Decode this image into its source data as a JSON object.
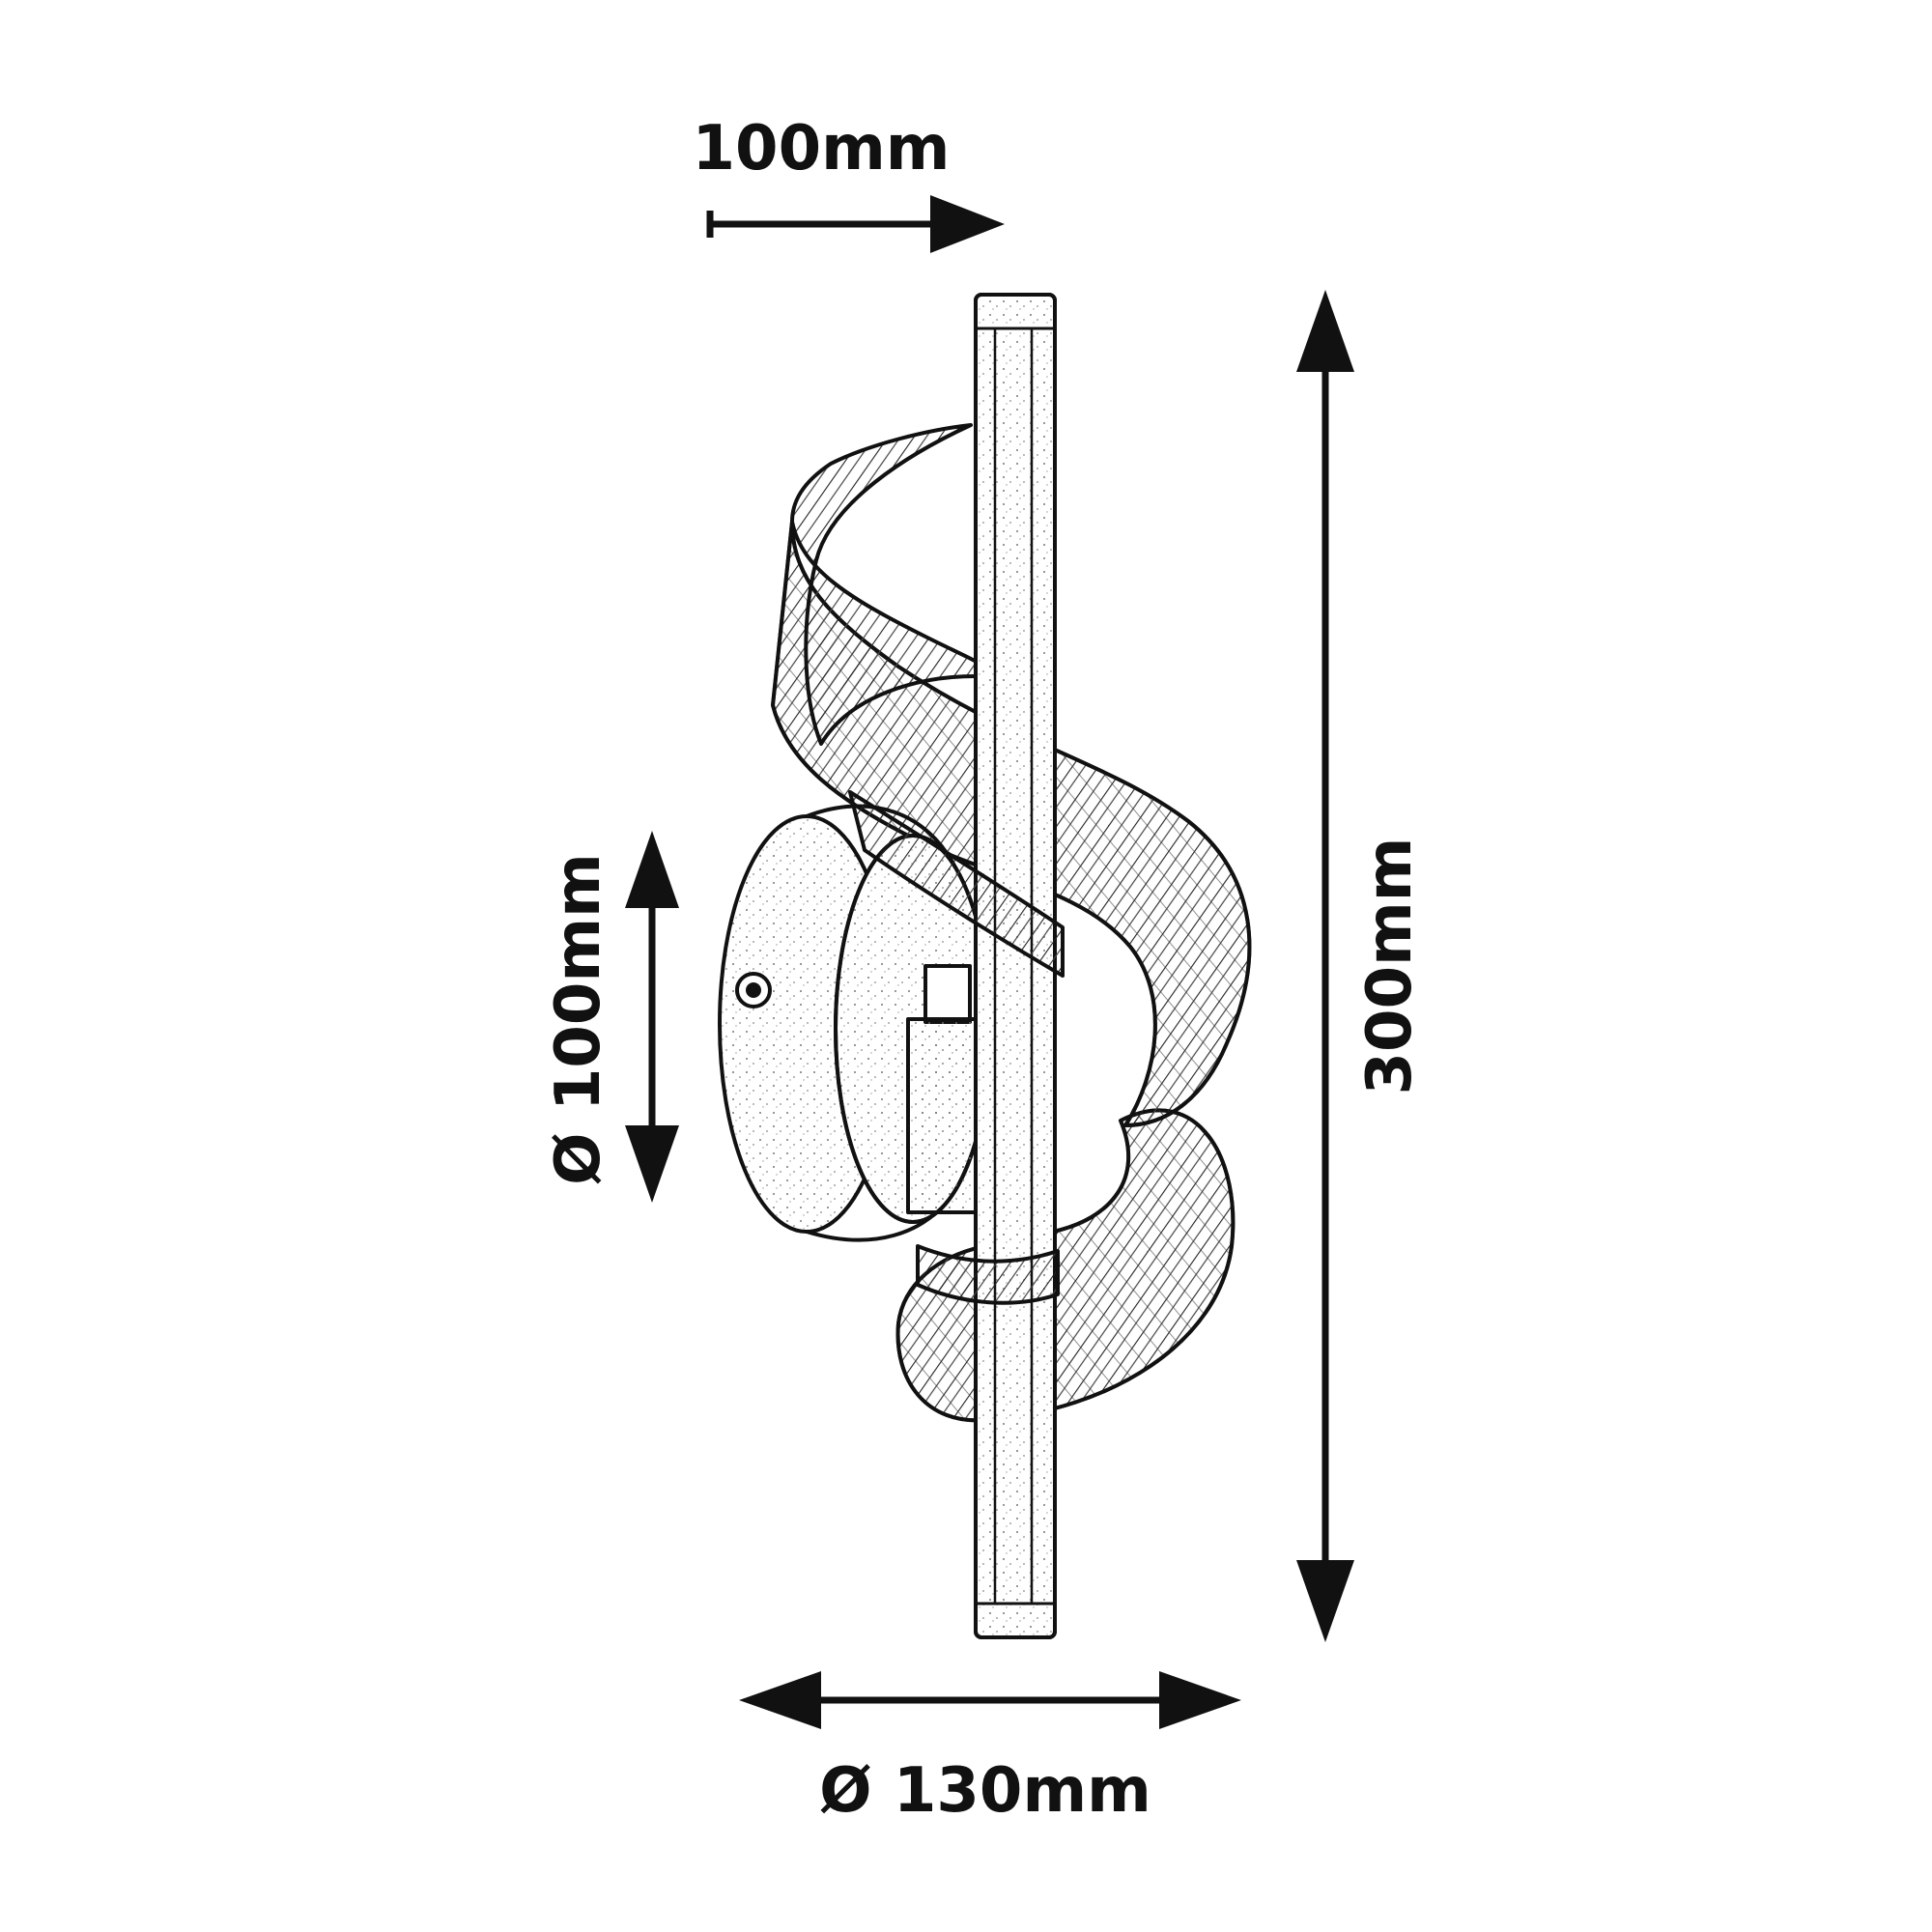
{
  "dimensions": {
    "depth_top": "100mm",
    "height": "300mm",
    "base_diameter": "Ø 100mm",
    "spiral_diameter": "Ø 130mm"
  },
  "colors": {
    "line": "#111111",
    "background": "#ffffff"
  }
}
